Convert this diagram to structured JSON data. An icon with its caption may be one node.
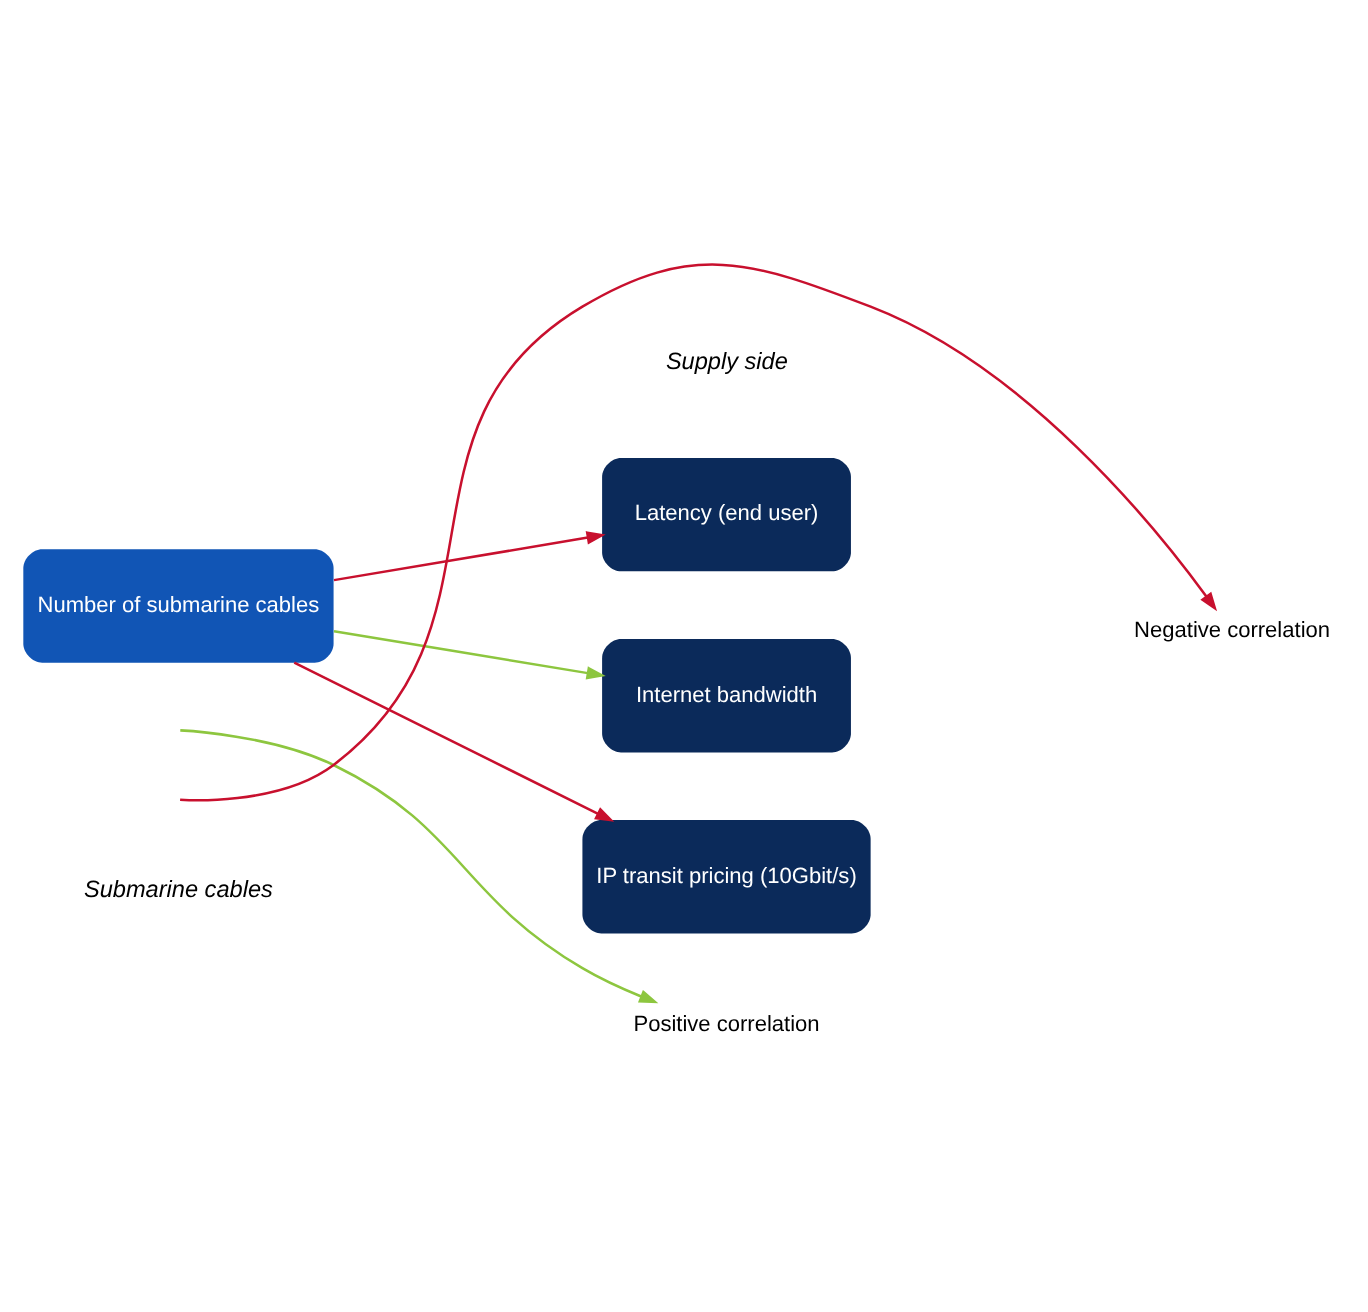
{
  "diagram": {
    "nodes": [
      {
        "text": [
          "Number of submarine cables"
        ]
      },
      {
        "text": [
          "Latency (end user)"
        ]
      },
      {
        "text": [
          "Internet bandwidth"
        ]
      },
      {
        "text": [
          "IP transit pricing (10Gbit/s)"
        ]
      }
    ],
    "edges": [
      {
        "from": 0,
        "to": 1,
        "arrow": "to",
        "color": "#c8102e"
      },
      {
        "from": 0,
        "to": 2,
        "arrow": "to",
        "color": "#8dc63f"
      },
      {
        "from": 0,
        "to": 3,
        "arrow": "to",
        "color": "#c8102e"
      }
    ],
    "labels": [
      "Submarine cables",
      "Supply side"
    ],
    "legend": [
      {
        "text": "Positive correlation"
      },
      {
        "text": "Negative correlation"
      }
    ]
  }
}
